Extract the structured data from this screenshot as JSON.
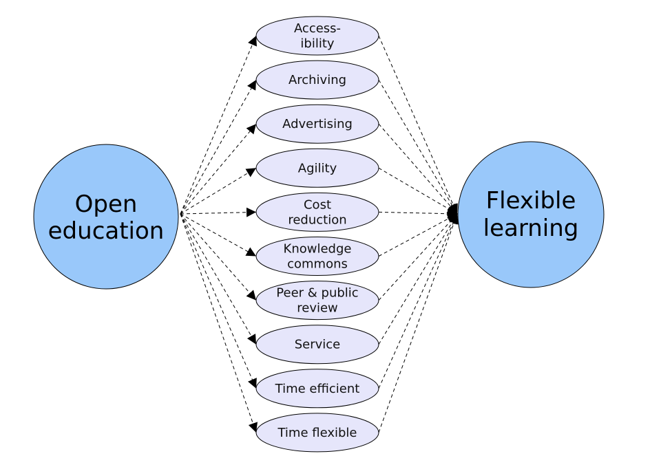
{
  "source_node": {
    "label_lines": [
      "Open",
      "education"
    ],
    "fill": "#99c8fa"
  },
  "target_node": {
    "label_lines": [
      "Flexible",
      "learning"
    ],
    "fill": "#99c8fa"
  },
  "ellipse_fill": "#e6e6fb",
  "factors": [
    {
      "label_lines": [
        "Access-",
        "ibility"
      ]
    },
    {
      "label_lines": [
        "Archiving"
      ]
    },
    {
      "label_lines": [
        "Advertising"
      ]
    },
    {
      "label_lines": [
        "Agility"
      ]
    },
    {
      "label_lines": [
        "Cost",
        "reduction"
      ]
    },
    {
      "label_lines": [
        "Knowledge",
        "commons"
      ]
    },
    {
      "label_lines": [
        "Peer & public",
        "review"
      ]
    },
    {
      "label_lines": [
        "Service"
      ]
    },
    {
      "label_lines": [
        "Time efficient"
      ]
    },
    {
      "label_lines": [
        "Time flexible"
      ]
    }
  ]
}
